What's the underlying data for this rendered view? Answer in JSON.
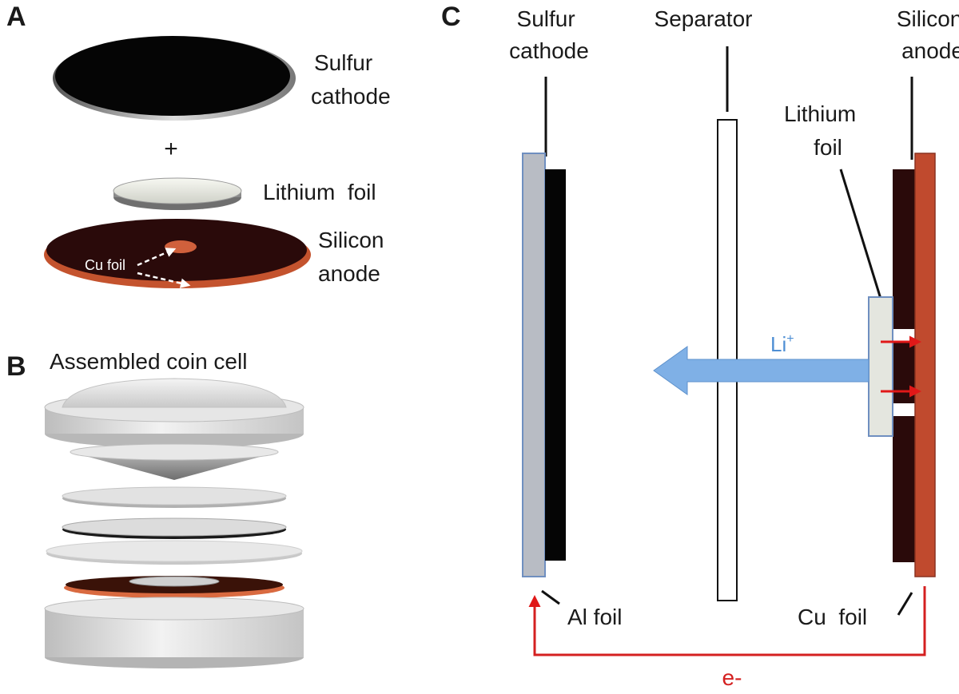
{
  "panels": {
    "a": {
      "letter": "A",
      "plus": "+",
      "sulfur_cathode": [
        "Sulfur",
        "cathode"
      ],
      "lithium_foil": "Lithium  foil",
      "silicon_anode": [
        "Silicon",
        "anode"
      ],
      "cu_foil": "Cu foil"
    },
    "b": {
      "letter": "B",
      "title": "Assembled coin cell"
    },
    "c": {
      "letter": "C",
      "sulfur_cathode": [
        "Sulfur",
        "cathode"
      ],
      "separator": "Separator",
      "silicon_anode": [
        "Silicon",
        "anode"
      ],
      "lithium_foil": [
        "Lithium",
        "foil"
      ],
      "li_ion": "Li",
      "li_ion_sup": "+",
      "al_foil": "Al foil",
      "cu_foil": "Cu  foil",
      "electron": "e-"
    }
  },
  "colors": {
    "text": "#1a1a1a",
    "cathode_black": "#050505",
    "aluminum": "#b8bcc4",
    "aluminum_edge": "#6f8fc0",
    "copper": "#c04a2e",
    "anode_dark": "#2a0a0a",
    "lithium": "#e4e6df",
    "ion_arrow": "#7fb0e6",
    "ion_text": "#4f8fd4",
    "electron_red": "#d42020",
    "coin_gray": "#d9d9d9"
  }
}
